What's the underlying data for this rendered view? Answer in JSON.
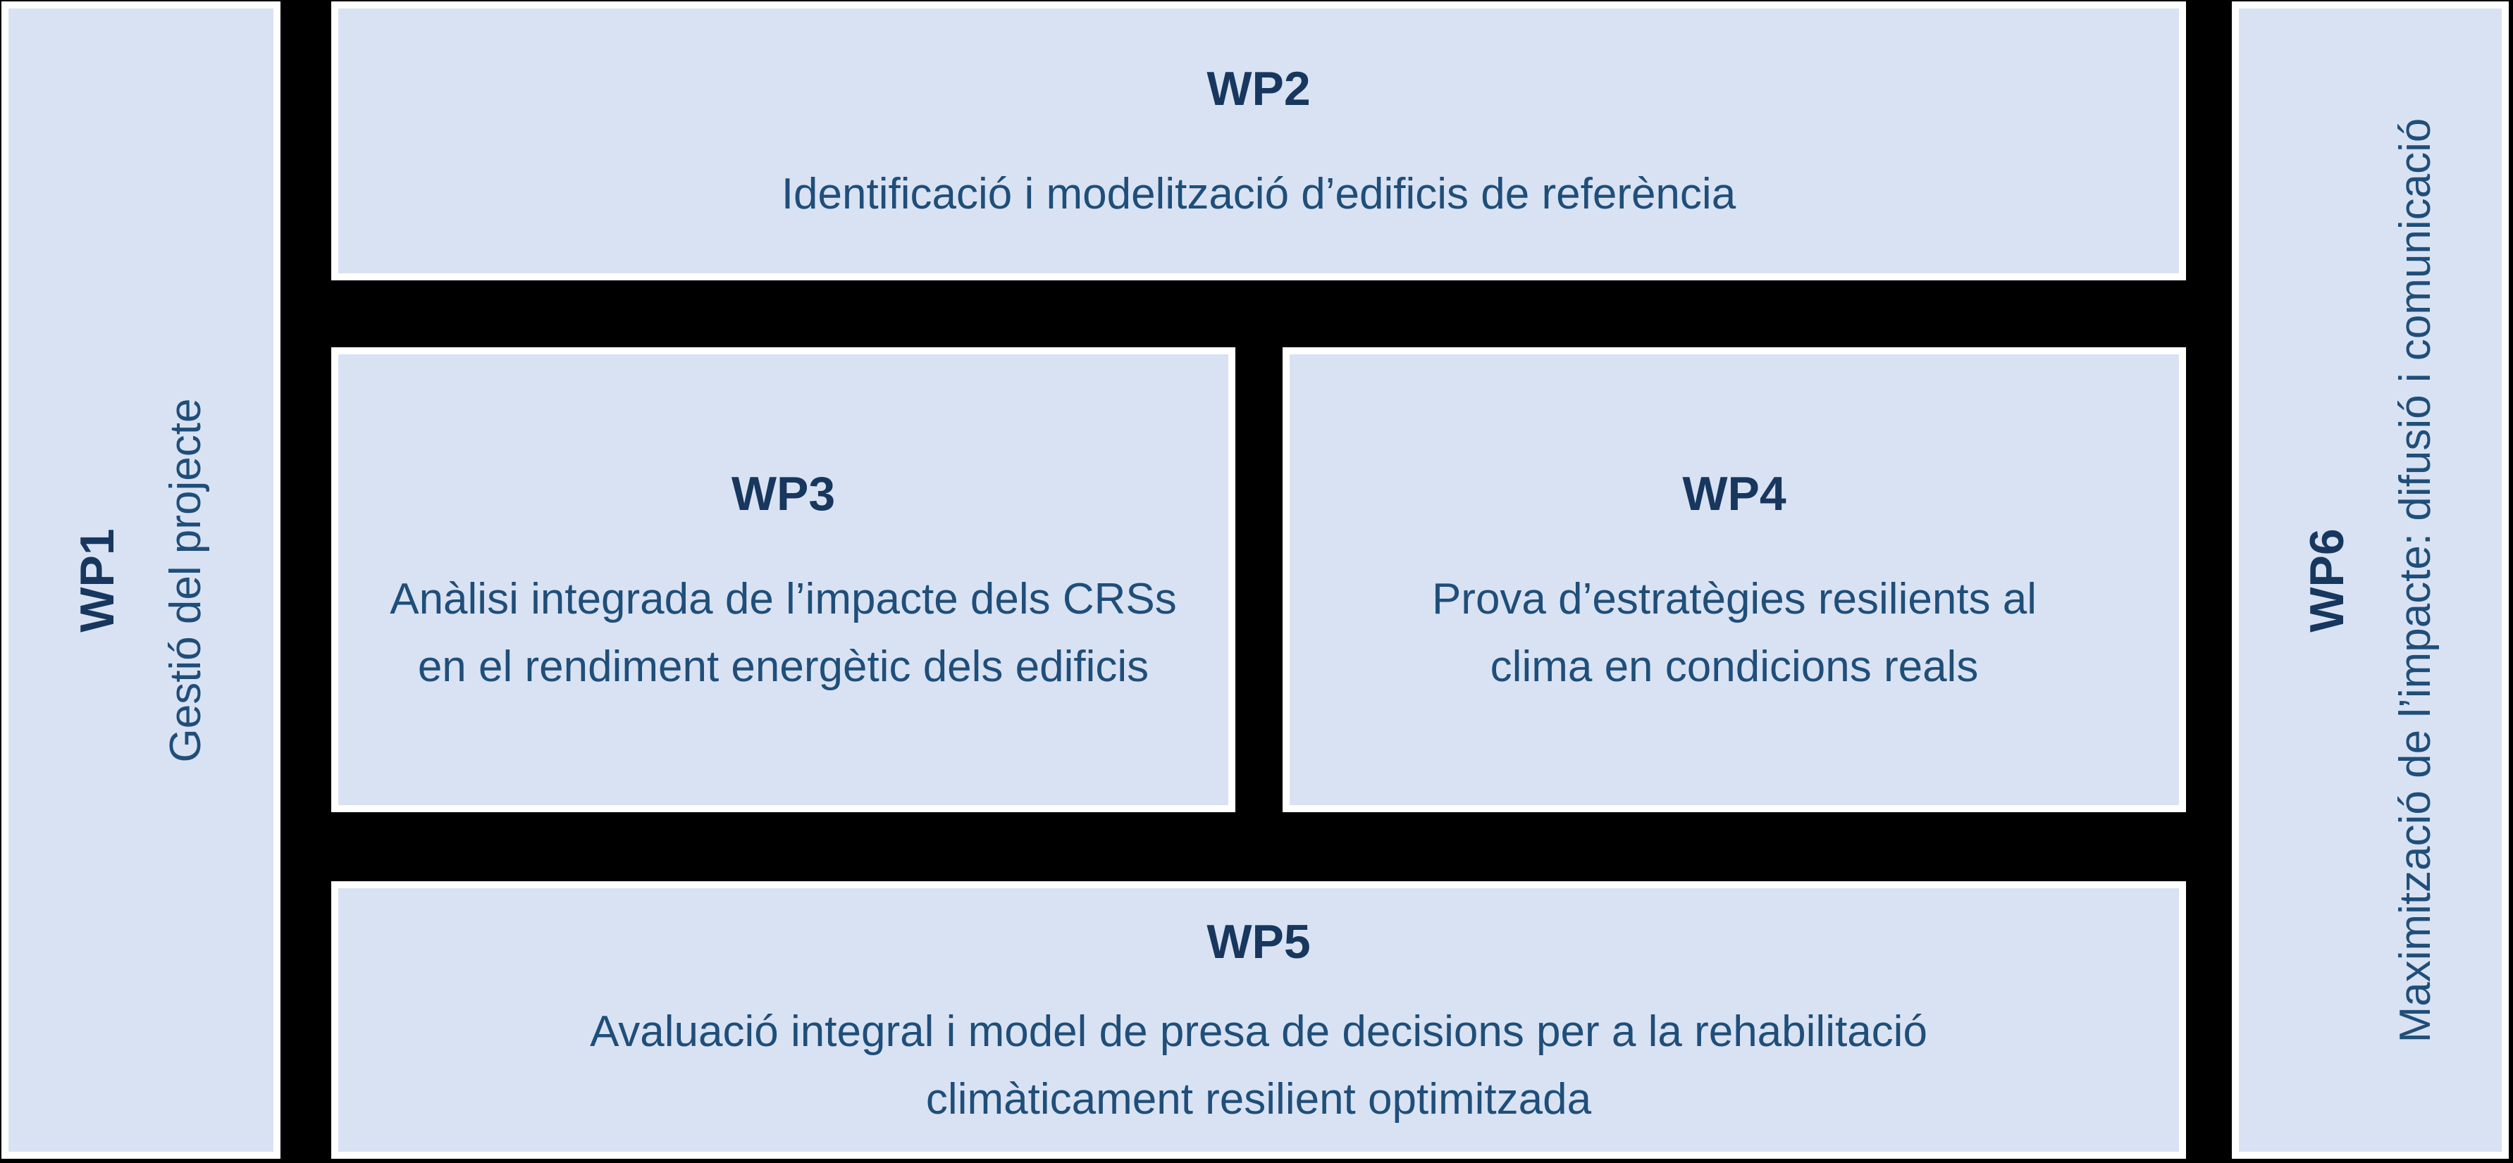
{
  "diagram": {
    "background_color": "#000000",
    "box_fill_color": "#d9e2f3",
    "box_border_color": "#ffffff",
    "title_color": "#17375e",
    "subtitle_color": "#1f4e79",
    "boxes": [
      {
        "id": "wp1",
        "title": "WP1",
        "subtitle": "Gestió del projecte",
        "orientation": "vertical"
      },
      {
        "id": "wp2",
        "title": "WP2",
        "subtitle": "Identificació i modelització d’edificis de referència",
        "orientation": "horizontal"
      },
      {
        "id": "wp3",
        "title": "WP3",
        "subtitle": "Anàlisi integrada de l’impacte dels CRSs en el rendiment energètic dels edificis",
        "orientation": "horizontal"
      },
      {
        "id": "wp4",
        "title": "WP4",
        "subtitle": "Prova d’estratègies resilients al clima en condicions reals",
        "orientation": "horizontal"
      },
      {
        "id": "wp5",
        "title": "WP5",
        "subtitle": "Avaluació integral i model de presa de decisions per a la rehabilitació climàticament resilient optimitzada",
        "orientation": "horizontal"
      },
      {
        "id": "wp6",
        "title": "WP6",
        "subtitle": "Maximització de l’impacte: difusió i comunicació",
        "orientation": "vertical"
      }
    ]
  }
}
